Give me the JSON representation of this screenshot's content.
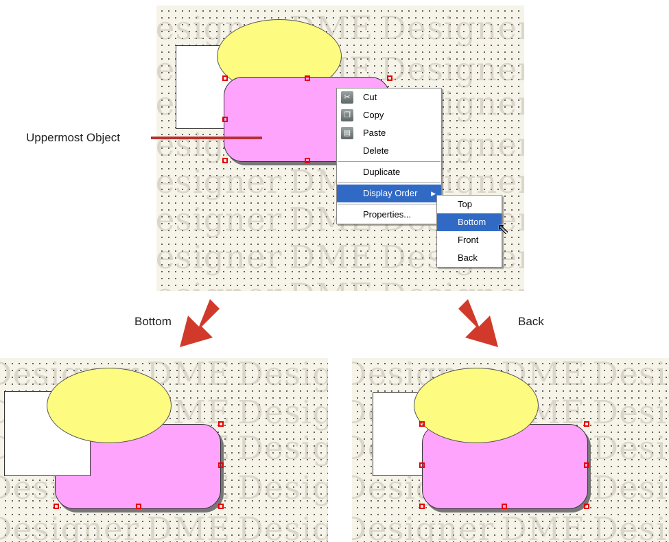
{
  "watermark": {
    "designer": "Designer",
    "dme": "DME"
  },
  "annotations": {
    "uppermost_label": "Uppermost Object",
    "bottom_caption": "Bottom",
    "back_caption": "Back"
  },
  "context_menu": {
    "cut": "Cut",
    "copy": "Copy",
    "paste": "Paste",
    "delete": "Delete",
    "duplicate": "Duplicate",
    "display_order": "Display Order",
    "properties": "Properties..."
  },
  "display_order_submenu": {
    "top": "Top",
    "bottom": "Bottom",
    "front": "Front",
    "back": "Back",
    "selected": "Bottom"
  },
  "icons": {
    "cut": "scissors-icon",
    "copy": "copy-icon",
    "paste": "paste-icon",
    "submenu_arrow": "triangle-right-icon",
    "cursor": "mouse-pointer-icon",
    "result_arrows": "arrow-down-icon"
  },
  "colors": {
    "canvas_bg": "#f6f3e8",
    "ellipse_fill": "#fdfb80",
    "pink_fill": "#fea4fd",
    "handle_red": "#e60000",
    "menu_highlight": "#316ac5",
    "arrow_red": "#d13a2b"
  }
}
